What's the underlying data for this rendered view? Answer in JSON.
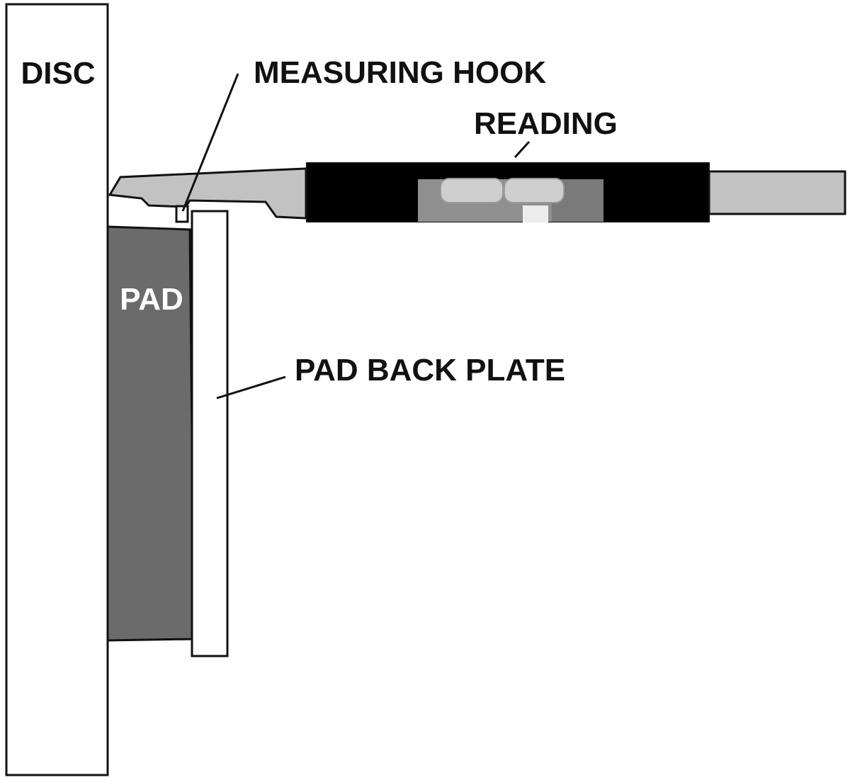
{
  "labels": {
    "disc": "DISC",
    "pad": "PAD",
    "measuring_hook": "MEASURING HOOK",
    "reading": "READING",
    "pad_back_plate": "PAD BACK PLATE"
  },
  "colors": {
    "outline": "#111111",
    "disc_fill": "#ffffff",
    "pad_fill": "#6b6b6b",
    "back_plate_fill": "#ffffff",
    "gauge_body": "#000000",
    "probe_fill": "#c2c2c2",
    "window_fill": "#8f8f8f",
    "indicator_fill": "#cfcfcf",
    "pad_label": "#ffffff",
    "text": "#111111"
  }
}
